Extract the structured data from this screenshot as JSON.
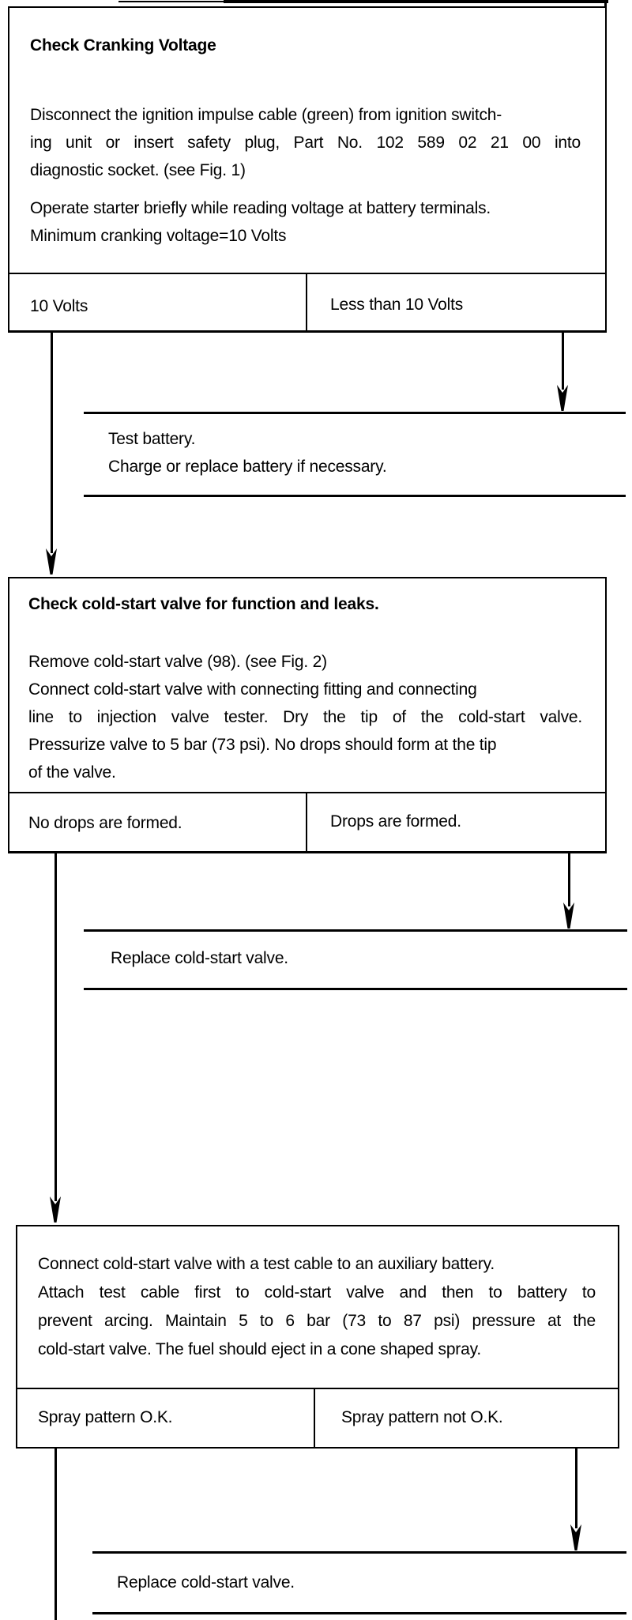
{
  "box1": {
    "title": "Check Cranking Voltage",
    "para1_lines": [
      "Disconnect the ignition impulse cable (green) from ignition switch-",
      "ing unit or insert safety plug, Part No. 102 589 02 21 00 into",
      "diagnostic socket. (see Fig. 1)"
    ],
    "para2_lines": [
      "Operate starter briefly while reading voltage at battery terminals.",
      "Minimum cranking voltage=10 Volts"
    ],
    "outcome_left": "10 Volts",
    "outcome_right": "Less than 10 Volts"
  },
  "result1": {
    "lines": [
      "Test battery.",
      "Charge or replace battery if necessary."
    ]
  },
  "box2": {
    "title": "Check cold-start valve for function and leaks.",
    "body_lines": [
      "Remove cold-start valve (98). (see Fig. 2)",
      "Connect cold-start valve with connecting fitting and connecting",
      "line to injection valve tester. Dry the tip of the cold-start valve.",
      "Pressurize valve to 5 bar (73 psi). No drops should form at the tip",
      "of the valve."
    ],
    "outcome_left": "No drops are formed.",
    "outcome_right": "Drops are formed."
  },
  "result2": {
    "lines": [
      "Replace cold-start valve."
    ]
  },
  "box3": {
    "body_lines": [
      "Connect cold-start valve with a test cable to an auxiliary battery.",
      "Attach test cable first to cold-start valve and then to battery to",
      "prevent arcing. Maintain 5 to 6 bar (73 to 87 psi) pressure at the",
      "cold-start valve. The fuel should eject in a cone shaped spray."
    ],
    "outcome_left": "Spray pattern O.K.",
    "outcome_right": "Spray pattern not O.K."
  },
  "result3": {
    "lines": [
      "Replace cold-start valve."
    ]
  },
  "colors": {
    "ink": "#000000",
    "paper": "#ffffff"
  }
}
